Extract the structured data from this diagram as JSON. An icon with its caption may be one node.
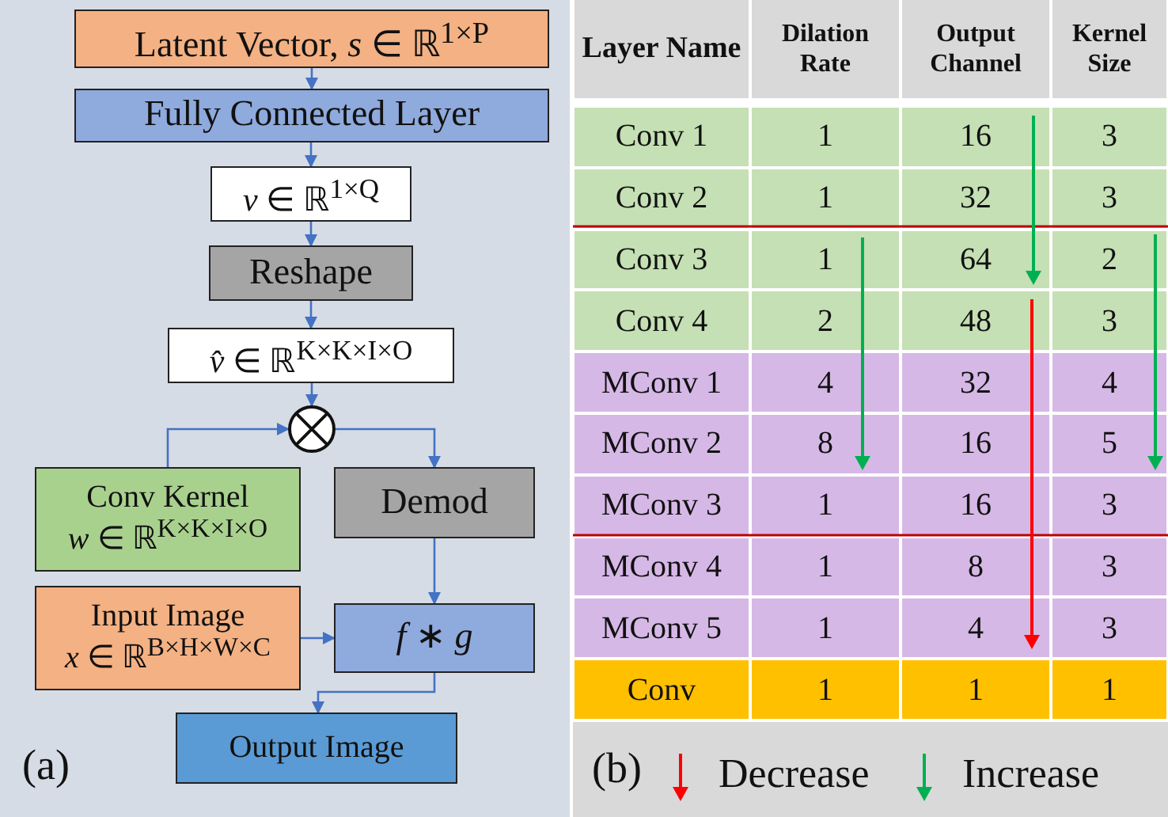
{
  "diagram": {
    "nodes": [
      {
        "text": [
          "Latent Vector, *s* ∈ ℝ$^{1×P}$"
        ]
      },
      {
        "text": [
          "Fully Connected Layer"
        ]
      },
      {
        "text": [
          "*v* ∈ ℝ$^{1×Q}$"
        ]
      },
      {
        "text": [
          "Reshape"
        ]
      },
      {
        "text": [
          "*v̂* ∈ ℝ$^{K×K×I×O}$"
        ]
      },
      {
        "text": [],
        "shape": "circle"
      },
      {
        "text": [
          "Conv Kernel",
          "*w* ∈ ℝ$^{K×K×I×O}$"
        ]
      },
      {
        "text": [
          "Demod"
        ]
      },
      {
        "text": [
          "Input Image",
          "*x* ∈ ℝ$^{B×H×W×C}$"
        ]
      },
      {
        "text": [
          "*f* ∗ *g*"
        ]
      },
      {
        "text": [
          "Output Image"
        ]
      }
    ],
    "edges": [
      {
        "from": 0,
        "to": 1,
        "arrow": "to"
      },
      {
        "from": 1,
        "to": 2,
        "arrow": "to"
      },
      {
        "from": 2,
        "to": 3,
        "arrow": "to"
      },
      {
        "from": 3,
        "to": 4,
        "arrow": "to"
      },
      {
        "from": 4,
        "to": 5,
        "arrow": "to"
      },
      {
        "from": 6,
        "to": 5,
        "arrow": "to"
      },
      {
        "from": 5,
        "to": 7,
        "arrow": "to"
      },
      {
        "from": 7,
        "to": 9,
        "arrow": "to"
      },
      {
        "from": 8,
        "to": 9,
        "arrow": "to"
      },
      {
        "from": 9,
        "to": 10,
        "arrow": "to"
      }
    ],
    "labels": [
      "(a)",
      "Layer Name",
      "Dilation Rate",
      "Output Channel",
      "Kernel Size",
      "Conv 1",
      "1",
      "16",
      "3",
      "Conv 2",
      "1",
      "32",
      "3",
      "Conv 3",
      "1",
      "64",
      "2",
      "Conv 4",
      "2",
      "48",
      "3",
      "MConv 1",
      "4",
      "32",
      "4",
      "MConv 2",
      "8",
      "16",
      "5",
      "MConv 3",
      "1",
      "16",
      "3",
      "MConv 4",
      "1",
      "8",
      "3",
      "MConv 5",
      "1",
      "4",
      "3",
      "Conv",
      "1",
      "1",
      "1",
      "(b)"
    ],
    "legend": [
      {
        "text": "Decrease"
      },
      {
        "text": "Increase"
      }
    ]
  }
}
